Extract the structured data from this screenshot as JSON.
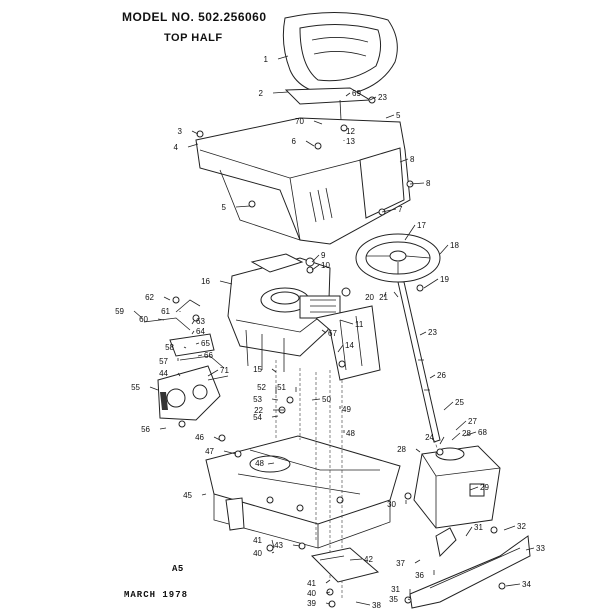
{
  "header": {
    "model_no": "MODEL NO. 502.256060",
    "section": "TOP HALF"
  },
  "footer": {
    "code": "A5",
    "date": "MARCH 1978"
  },
  "callouts": [
    "1",
    "2",
    "3",
    "4",
    "5",
    "5",
    "6",
    "7",
    "8",
    "8",
    "9",
    "10",
    "11",
    "12",
    "13",
    "14",
    "15",
    "16",
    "17",
    "18",
    "19",
    "20",
    "21",
    "22",
    "23",
    "23",
    "24",
    "25",
    "26",
    "27",
    "28",
    "28",
    "29",
    "30",
    "31",
    "31",
    "32",
    "33",
    "34",
    "35",
    "36",
    "37",
    "38",
    "39",
    "40",
    "40",
    "41",
    "41",
    "42",
    "43",
    "44",
    "45",
    "46",
    "47",
    "48",
    "48",
    "49",
    "50",
    "51",
    "52",
    "53",
    "54",
    "55",
    "56",
    "57",
    "58",
    "59",
    "60",
    "61",
    "62",
    "63",
    "64",
    "65",
    "66",
    "67",
    "68",
    "69",
    "70",
    "71"
  ]
}
